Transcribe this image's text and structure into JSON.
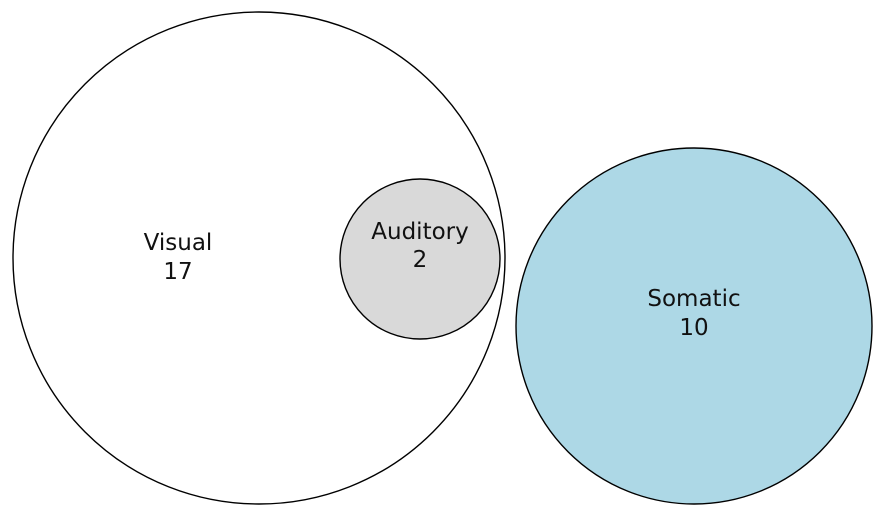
{
  "diagram": {
    "type": "venn",
    "sets": [
      {
        "name": "Visual",
        "count": "17",
        "color": "#ffffff"
      },
      {
        "name": "Auditory",
        "count": "2",
        "color": "#d9d9d9"
      },
      {
        "name": "Somatic",
        "count": "10",
        "color": "#add8e6"
      }
    ],
    "stroke_color": "#000000"
  }
}
